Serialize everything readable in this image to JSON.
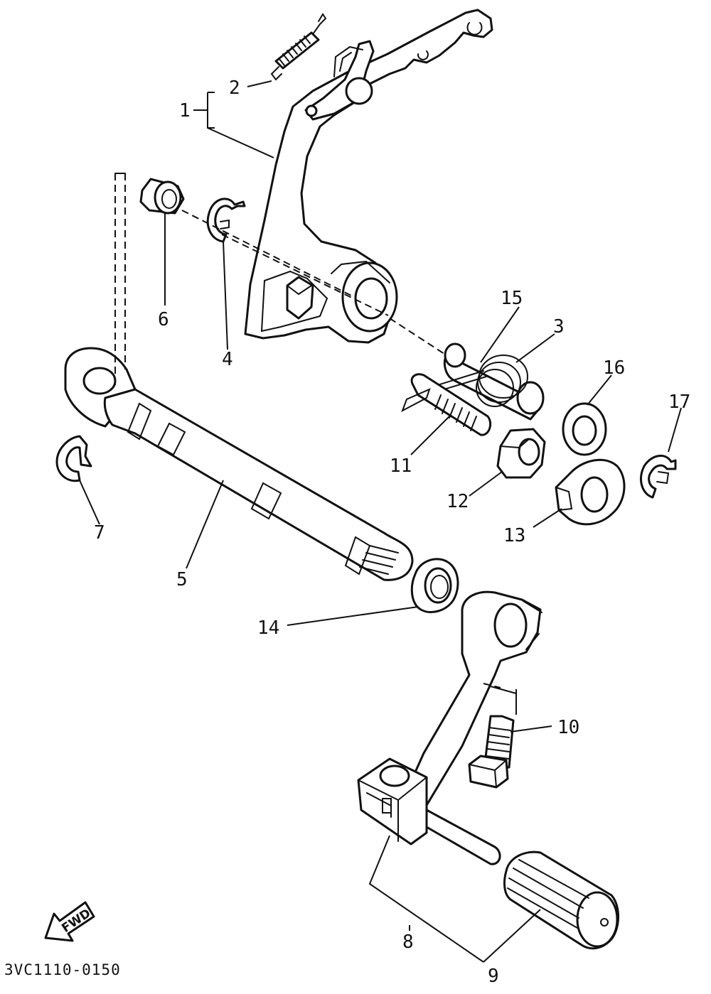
{
  "callouts": [
    {
      "id": "p1",
      "text": "1"
    },
    {
      "id": "p2",
      "text": "2"
    },
    {
      "id": "p3",
      "text": "3"
    },
    {
      "id": "p4",
      "text": "4"
    },
    {
      "id": "p5",
      "text": "5"
    },
    {
      "id": "p6",
      "text": "6"
    },
    {
      "id": "p7",
      "text": "7"
    },
    {
      "id": "p8",
      "text": "8"
    },
    {
      "id": "p9",
      "text": "9"
    },
    {
      "id": "p10",
      "text": "10"
    },
    {
      "id": "p11",
      "text": "11"
    },
    {
      "id": "p12",
      "text": "12"
    },
    {
      "id": "p13",
      "text": "13"
    },
    {
      "id": "p14",
      "text": "14"
    },
    {
      "id": "p15",
      "text": "15"
    },
    {
      "id": "p16",
      "text": "16"
    },
    {
      "id": "p17",
      "text": "17"
    }
  ],
  "reference_code": "3VC1110-0150",
  "direction_arrow": {
    "text": "FWD"
  }
}
